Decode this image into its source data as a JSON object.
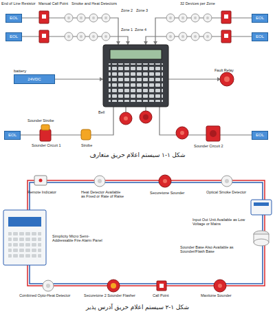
{
  "diagram": {
    "nodes": [
      {
        "text": [
          "EOL"
        ]
      },
      {
        "text": [
          "EOL"
        ]
      },
      {
        "text": [
          "EOL"
        ]
      },
      {
        "text": [
          "EOL"
        ]
      },
      {
        "text": [
          "battery",
          "24VDC"
        ]
      },
      {
        "text": [
          "EOL"
        ]
      },
      {
        "text": [
          "EOL"
        ]
      }
    ],
    "labels": [
      "End of Line Resistor",
      "Manual Call Point",
      "Smoke and Heat Detectors",
      "Zone 2",
      "32 Devices per Zone",
      "Zone 3",
      "Zone 1",
      "Zone 4",
      "Fault Relay",
      "Bell",
      "Sounder Strobe",
      "Strobe",
      "Sounder Circuit 1",
      "Sounder Circuit 2",
      "Remote Indicator",
      "Heat Detector Available as Fixed or Rate of Raise",
      "Securetone Sounder",
      "Optical Smoke Detector",
      "Input Out Unit Available as Low Voltage or Mains",
      "Simplicity Micro Semi-Addressable Fire Alarm Panel",
      "Sounder Base Also Available as Sounder/Flash Base",
      "Combined Opto-Heat Detector",
      "Securetone 2 Sounder Flasher",
      "Call Point",
      "Maxitone Sounder",
      "شکل ۱-۱ سیستم اعلام حریق متعارف",
      "شکل ۱-۲ سیستم اعلام حریق آدرس پذیر"
    ]
  }
}
